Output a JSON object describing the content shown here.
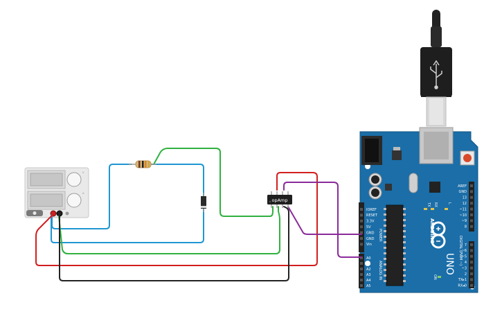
{
  "colors": {
    "wire_red": "#d21e1e",
    "wire_black": "#222222",
    "wire_blue": "#1e96d2",
    "wire_green": "#30b040",
    "wire_purple": "#8a2a9a",
    "board": "#1b6ea8",
    "board_dark": "#14557f"
  },
  "opamp": {
    "label": "opAmp"
  },
  "arduino": {
    "brand": "ARDUINO",
    "model": "UNO",
    "tx": "TX",
    "rx": "RX",
    "l": "L",
    "on": "ON",
    "power_title": "POWER",
    "analog_title": "ANALOG IN",
    "digital_title": "DIGITAL (PWM ~)",
    "power_pins": [
      "IOREF",
      "RESET",
      "3.3V",
      "5V",
      "GND",
      "GND",
      "Vin"
    ],
    "analog_pins": [
      "A0",
      "A1",
      "A2",
      "A3",
      "A4",
      "A5"
    ],
    "digital_top": [
      "AREF",
      "GND",
      "13",
      "12",
      "~11",
      "~10",
      "~9",
      "8"
    ],
    "digital_bottom": [
      "7",
      "~6",
      "~5",
      "4",
      "~3",
      "2",
      "TX▸1",
      "RX◂0"
    ]
  },
  "power_supply": {
    "knob1": "V",
    "knob2": "A"
  }
}
